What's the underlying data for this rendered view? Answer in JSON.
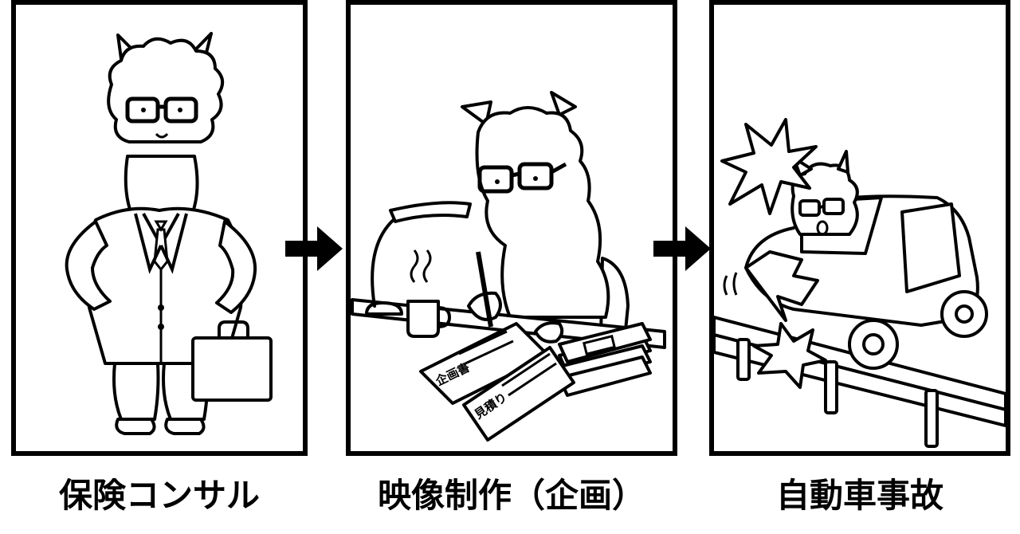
{
  "panels": [
    {
      "caption": "保険コンサル",
      "scene": "insurance-consultant-alpaca"
    },
    {
      "caption": "映像制作（企画）",
      "scene": "video-production-planning-alpaca",
      "documents": [
        "企画書",
        "見積り"
      ]
    },
    {
      "caption": "自動車事故",
      "scene": "car-accident-alpaca"
    }
  ],
  "colors": {
    "ink": "#000000",
    "paper": "#ffffff"
  },
  "icons": [
    "arrow-right-icon",
    "arrow-right-icon"
  ]
}
